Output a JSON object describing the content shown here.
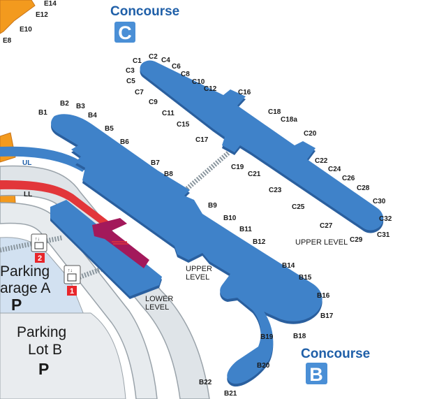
{
  "colors": {
    "concourse_blue": "#3f82c9",
    "concourse_blue_dark": "#2a5f9e",
    "title_blue": "#1f5fa8",
    "badge_blue": "#4a8fd6",
    "orange_terminal": "#f39a1e",
    "red_road": "#e2363a",
    "road_gray": "#d7dde2",
    "road_outline": "#9aa3aa",
    "magenta_walkway": "#a3195b",
    "elevator_red": "#e8262b",
    "connector_gray": "#8a969e"
  },
  "concourse_c": {
    "title": "Concourse",
    "letter": "C"
  },
  "concourse_b": {
    "title": "Concourse",
    "letter": "B"
  },
  "levels": {
    "upper": [
      "UPPER",
      "LEVEL"
    ],
    "lower": [
      "LOWER",
      "LEVEL"
    ],
    "upper_c": "UPPER LEVEL"
  },
  "roads": {
    "ul": "UL",
    "ll": "LL"
  },
  "parking": {
    "garage_a": [
      "Parking",
      "arage A"
    ],
    "lot_b": [
      "Parking",
      "Lot B"
    ],
    "symbol": "P"
  },
  "elevators": [
    {
      "num": "2"
    },
    {
      "num": "1"
    }
  ],
  "gates_e": [
    "E14",
    "E12",
    "E10",
    "E8"
  ],
  "gates_c": [
    "C1",
    "C2",
    "C3",
    "C4",
    "C5",
    "C6",
    "C7",
    "C8",
    "C9",
    "C10",
    "C11",
    "C12",
    "C15",
    "C16",
    "C17",
    "C18",
    "C18a",
    "C19",
    "C20",
    "C21",
    "C22",
    "C23",
    "C24",
    "C25",
    "C26",
    "C27",
    "C28",
    "C29",
    "C30",
    "C31",
    "C32"
  ],
  "gates_b": [
    "B1",
    "B2",
    "B3",
    "B4",
    "B5",
    "B6",
    "B7",
    "B8",
    "B9",
    "B10",
    "B11",
    "B12",
    "B14",
    "B15",
    "B16",
    "B17",
    "B18",
    "B19",
    "B20",
    "B21",
    "B22"
  ]
}
